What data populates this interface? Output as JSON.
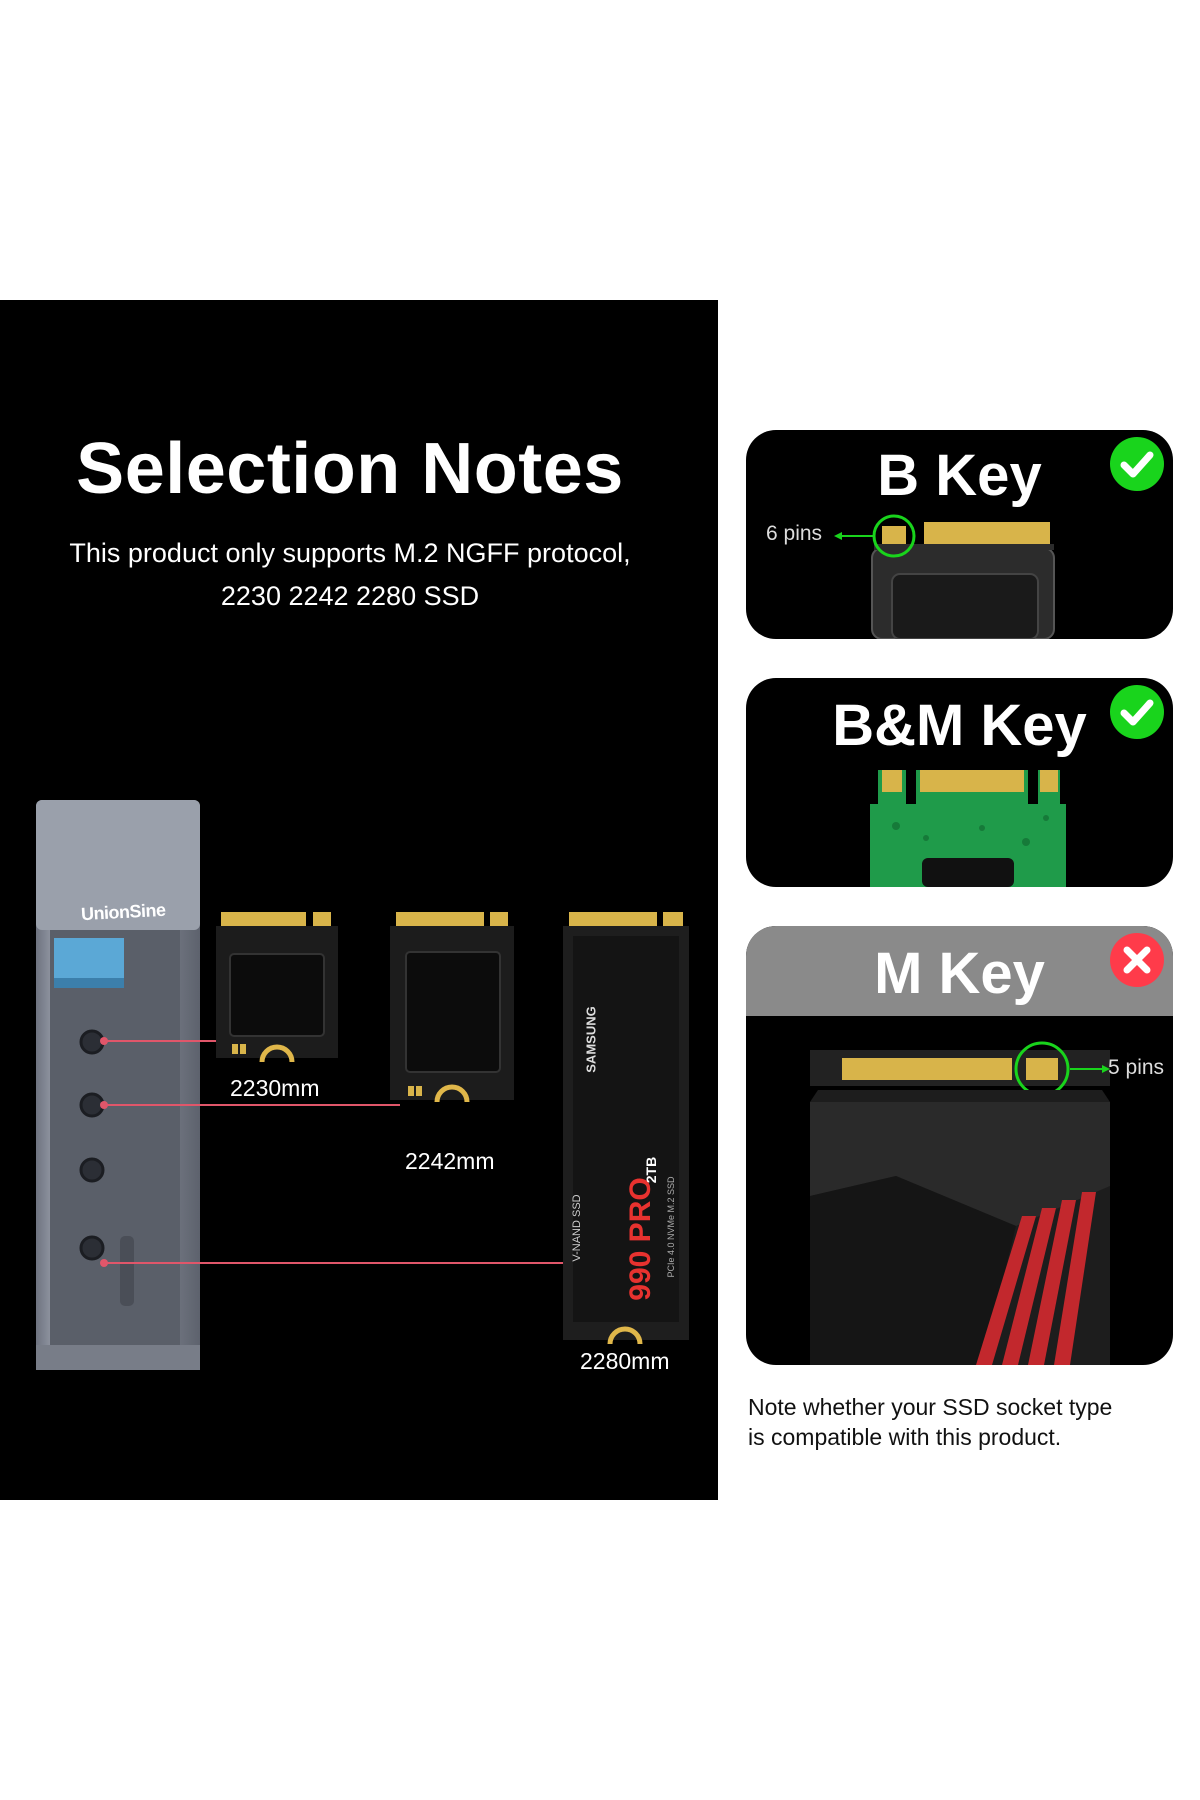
{
  "heading": {
    "title": "Selection Notes",
    "subtitle_line1": "This product only supports M.2 NGFF protocol,",
    "subtitle_line2": "2230 2242 2280 SSD"
  },
  "enclosure": {
    "brand": "UnionSine"
  },
  "ssds": [
    {
      "label": "2230mm"
    },
    {
      "label": "2242mm"
    },
    {
      "label": "2280mm",
      "brand": "SAMSUNG",
      "capacity": "2TB",
      "model": "990 PRO",
      "series": "V-NAND SSD",
      "spec": "PCIe 4.0 NVMe M.2 SSD"
    }
  ],
  "key_cards": [
    {
      "title": "B Key",
      "status": "supported",
      "pins": "6 pins"
    },
    {
      "title": "B&M Key",
      "status": "supported"
    },
    {
      "title": "M Key",
      "status": "not-supported",
      "pins": "5 pins"
    }
  ],
  "note": {
    "line1": "Note whether your SSD socket type",
    "line2": "is compatible with this product."
  },
  "colors": {
    "background": "#000000",
    "supported_green": "#19d41c",
    "unsupported_red": "#ff3b4a",
    "guide_line": "#e0566a",
    "gold_contacts": "#d8b44a",
    "heatsink_red": "#c2282d"
  }
}
